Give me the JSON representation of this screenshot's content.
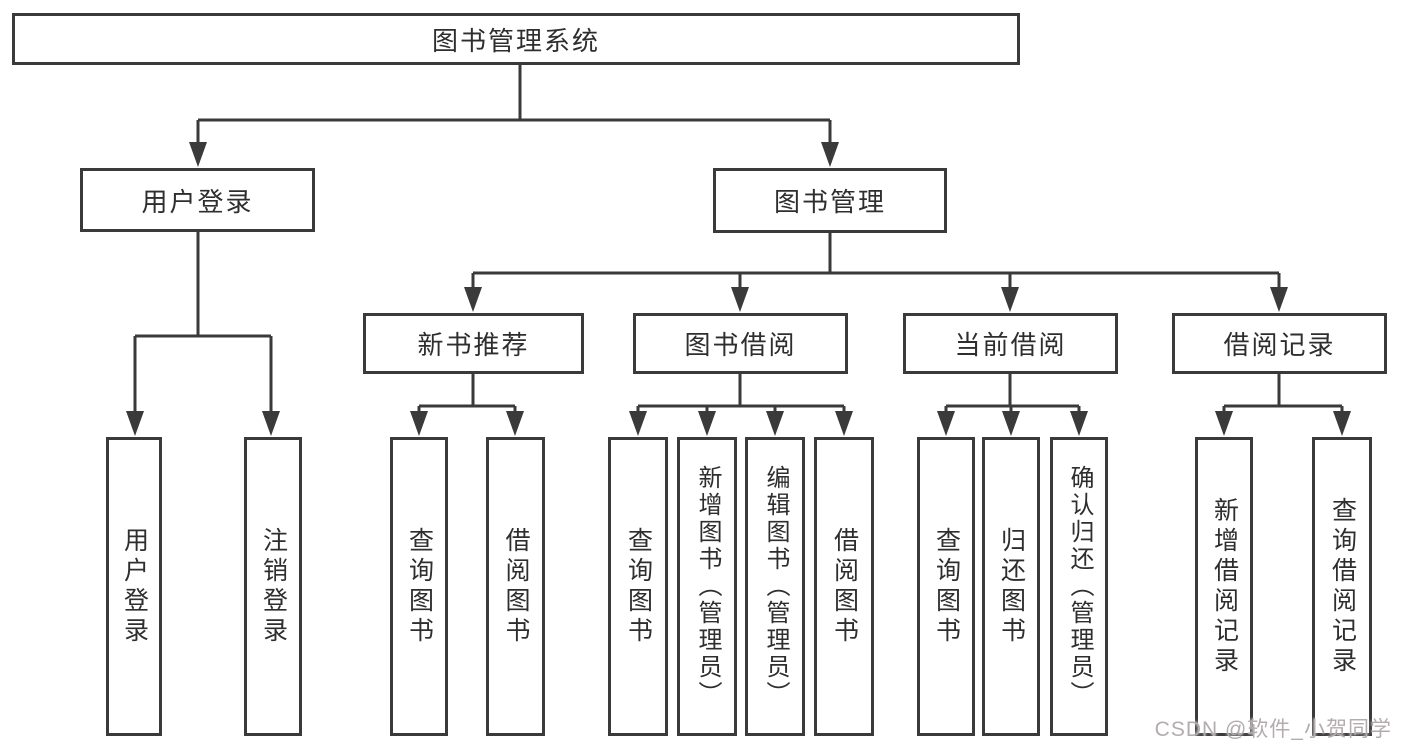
{
  "diagram_title": "图书管理系统",
  "nodes": {
    "root": "图书管理系统",
    "user_login": "用户登录",
    "book_mgmt": "图书管理",
    "new_book_rec": "新书推荐",
    "book_borrow": "图书借阅",
    "current_borrow": "当前借阅",
    "borrow_records": "借阅记录",
    "leaf_user_login": "用户登录",
    "leaf_logout": "注销登录",
    "rec_query_book": "查询图书",
    "rec_borrow_book": "借阅图书",
    "bor_query_book": "查询图书",
    "bor_add_book": "新增图书（管理员）",
    "bor_edit_book": "编辑图书（管理员）",
    "bor_borrow_book": "借阅图书",
    "cur_query_book": "查询图书",
    "cur_return_book": "归还图书",
    "cur_confirm_return": "确认归还（管理员）",
    "recd_add_record": "新增借阅记录",
    "recd_query_record": "查询借阅记录"
  },
  "hierarchy": {
    "图书管理系统": {
      "用户登录": [
        "用户登录",
        "注销登录"
      ],
      "图书管理": {
        "新书推荐": [
          "查询图书",
          "借阅图书"
        ],
        "图书借阅": [
          "查询图书",
          "新增图书（管理员）",
          "编辑图书（管理员）",
          "借阅图书"
        ],
        "当前借阅": [
          "查询图书",
          "归还图书",
          "确认归还（管理员）"
        ],
        "借阅记录": [
          "新增借阅记录",
          "查询借阅记录"
        ]
      }
    }
  },
  "watermark": "CSDN @软件_小贺同学",
  "colors": {
    "line": "#3a3a3a",
    "box_border": "#3a3a3a",
    "text": "#2e2e2e",
    "watermark": "#b3acae",
    "background": "#ffffff"
  }
}
